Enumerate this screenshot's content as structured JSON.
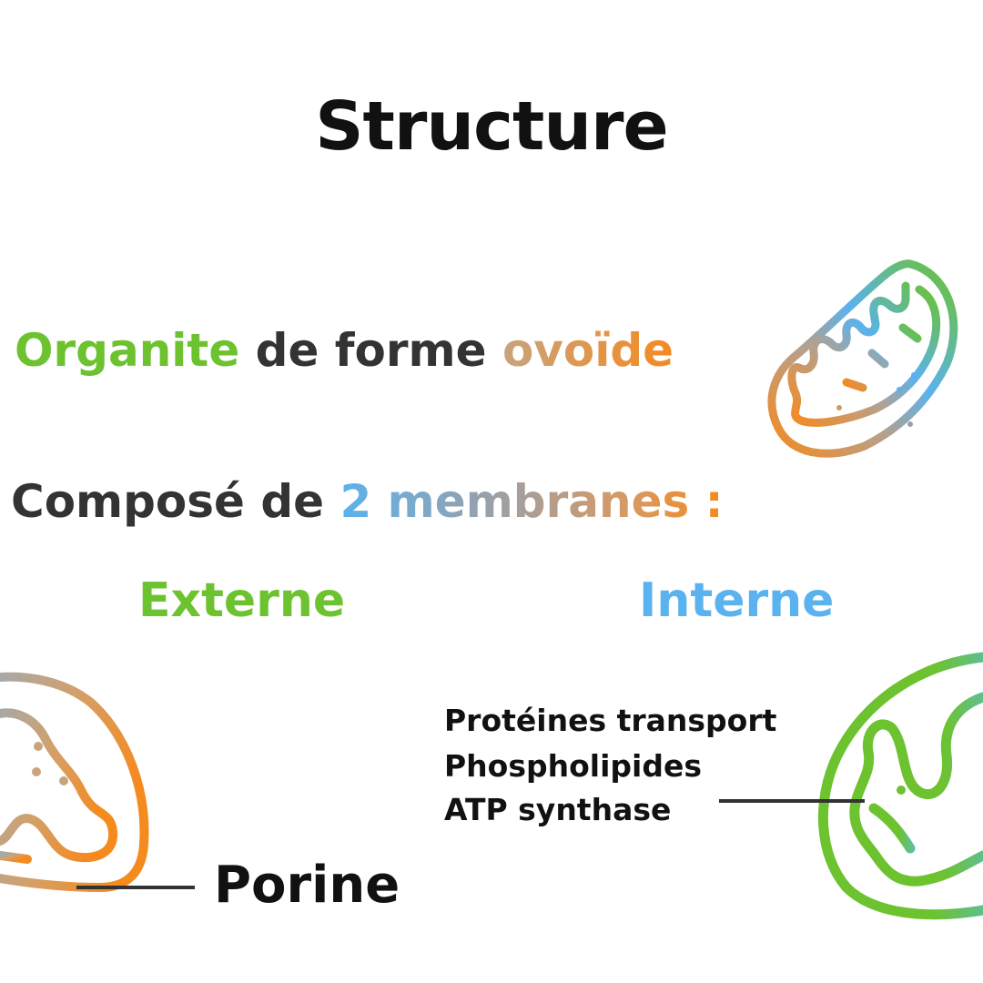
{
  "title": "Structure",
  "line1": {
    "part1": "Organite",
    "part2": " de forme ",
    "part3": "ovoïde"
  },
  "line2": {
    "part1": "Composé de ",
    "part2": "2 membranes :"
  },
  "sections": {
    "externe": "Externe",
    "interne": "Interne"
  },
  "interne_items": [
    "Protéines transport",
    "Phospholipides",
    "ATP synthase"
  ],
  "externe_label": "Porine",
  "icons": [
    "mitochondrion-icon",
    "mitochondrion-outer-icon",
    "mitochondrion-inner-icon"
  ],
  "colors": {
    "green": "#6cc22f",
    "blue": "#5ab2ee",
    "orange": "#f58a1f",
    "text_dark": "#333333"
  }
}
